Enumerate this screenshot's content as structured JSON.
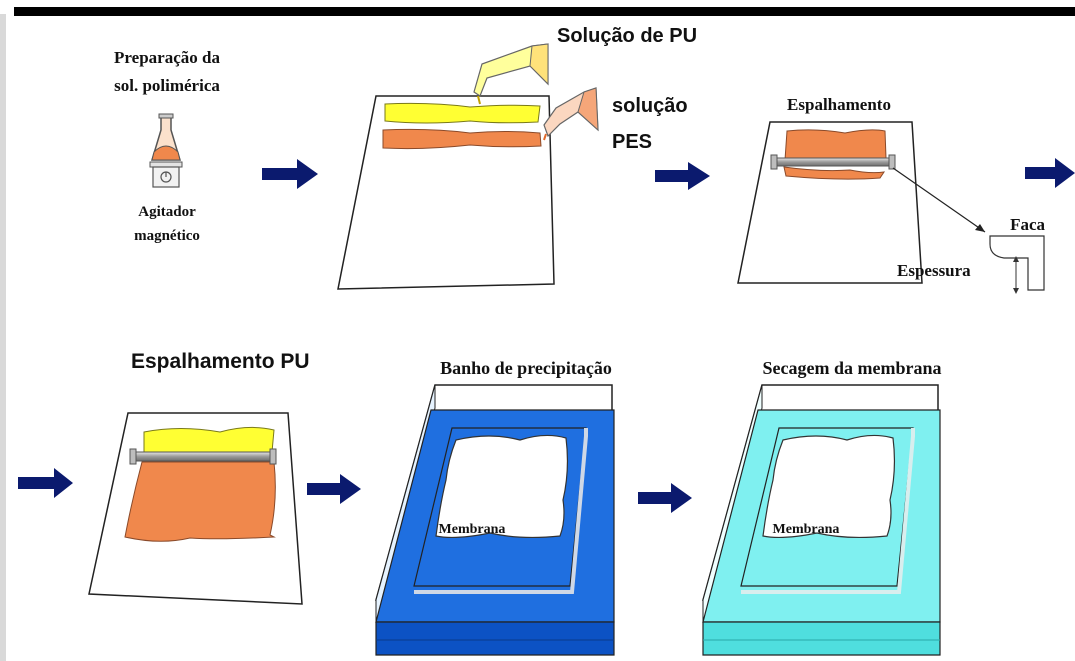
{
  "labels": {
    "preparacao_line1": "Preparação da",
    "preparacao_line2": "sol. polimérica",
    "agitador_line1": "Agitador",
    "agitador_line2": "magnético",
    "solucao_pu": "Solução de PU",
    "solucao_pes_line1": "solução",
    "solucao_pes_line2": "PES",
    "espalhamento": "Espalhamento",
    "faca": "Faca",
    "espessura": "Espessura",
    "espalhamento_pu": "Espalhamento PU",
    "banho": "Banho de precipitação",
    "secagem": "Secagem da membrana",
    "membrana_1": "Membrana",
    "membrana_2": "Membrana"
  },
  "colors": {
    "arrow": "#0b1a6e",
    "pu_yellow": "#ffff33",
    "pes_orange": "#f0884c",
    "bath_blue": "#1f6fe0",
    "bath_blue_dark": "#0c52c4",
    "dry_cyan": "#7ff0f0",
    "dry_cyan_dark": "#4fdede",
    "rod": "#a9a9a9"
  }
}
